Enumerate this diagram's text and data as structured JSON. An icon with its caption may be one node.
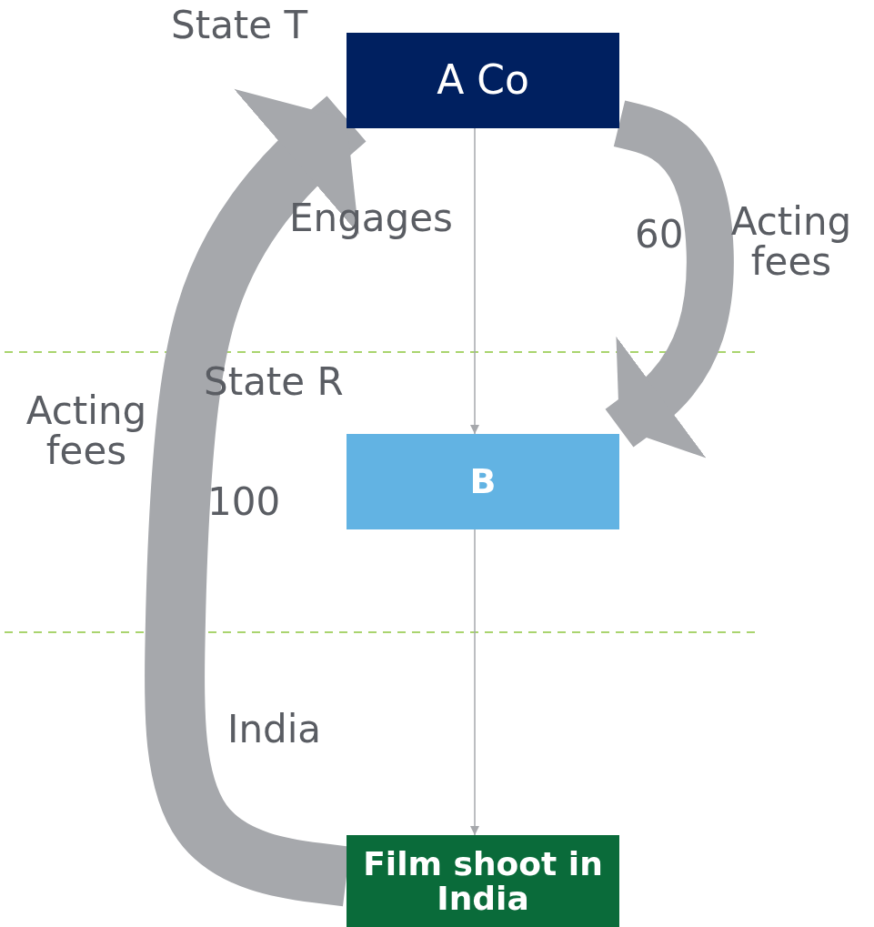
{
  "diagram": {
    "nodes": [
      {
        "text": [
          "A Co"
        ]
      },
      {
        "text": [
          "B"
        ]
      },
      {
        "text": [
          "Film shoot in India"
        ]
      }
    ],
    "edges": [
      {
        "from": 0,
        "to": 1,
        "arrow": "to",
        "label": "Engages"
      },
      {
        "from": 0,
        "to": 1,
        "arrow": "to",
        "style": "thick",
        "label": "Acting fees"
      },
      {
        "from": 1,
        "to": 2,
        "arrow": "to"
      },
      {
        "from": 2,
        "to": 0,
        "arrow": "to",
        "style": "thick",
        "label": "Acting fees"
      }
    ],
    "labels": [
      "State T",
      "60",
      "State R",
      "100",
      "India"
    ]
  }
}
